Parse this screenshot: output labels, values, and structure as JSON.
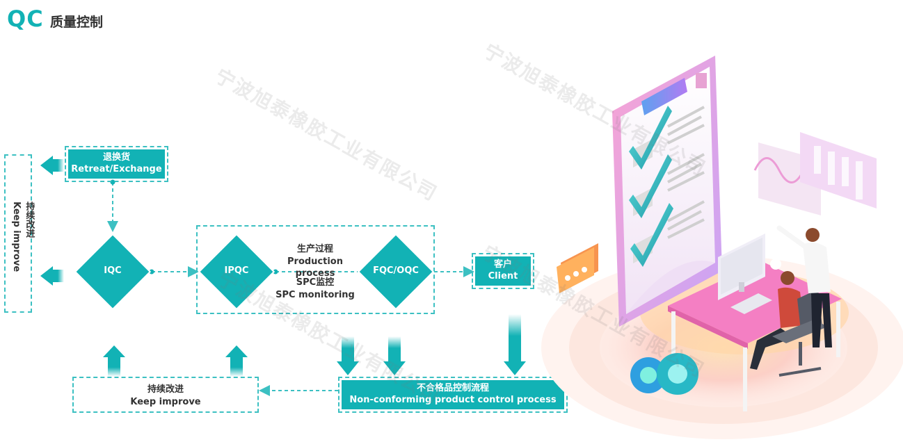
{
  "header": {
    "qc": "QC",
    "title": "质量控制"
  },
  "nodes": {
    "retreat": {
      "zh": "退换货",
      "en": "Retreat/Exchange"
    },
    "keep_side": {
      "zh": "持续改进",
      "en": "Keep improve"
    },
    "iqc": "IQC",
    "ipqc": "IPQC",
    "fqc": "FQC/OQC",
    "client": {
      "zh": "客户",
      "en": "Client"
    },
    "production": {
      "zh": "生产过程",
      "en": "Production process"
    },
    "spc": {
      "zh": "SPC监控",
      "en": "SPC monitoring"
    },
    "keep_bottom": {
      "zh": "持续改进",
      "en": "Keep improve"
    },
    "nonconforming": {
      "zh": "不合格品控制流程",
      "en": "Non-conforming product control process"
    }
  },
  "watermark": "宁波旭泰橡胶工业有限公司",
  "colors": {
    "accent": "#12b2b5",
    "dash": "#3cc0c2"
  }
}
